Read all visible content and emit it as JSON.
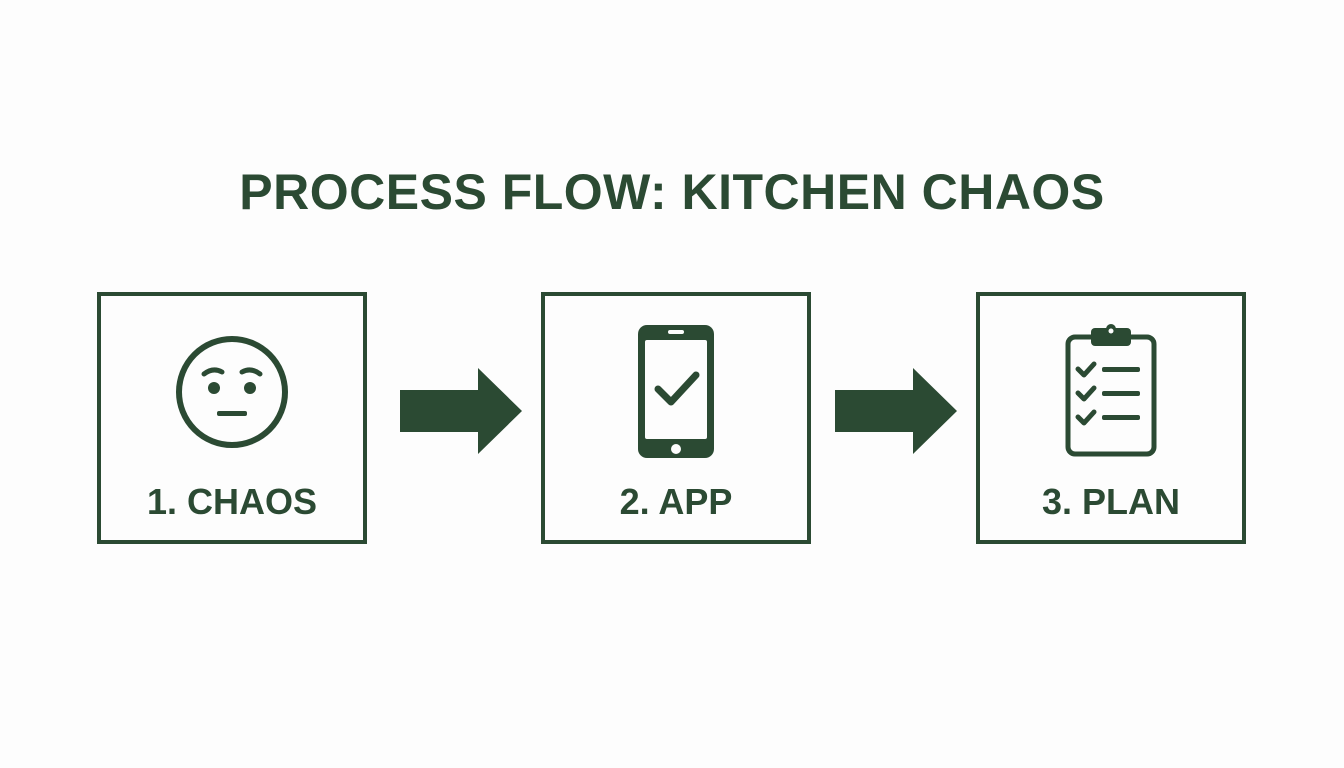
{
  "title": "PROCESS FLOW: KITCHEN CHAOS",
  "colors": {
    "primary": "#2b4a33",
    "background": "#fdfdfd"
  },
  "steps": [
    {
      "label": "1. CHAOS",
      "icon": "neutral-face-icon"
    },
    {
      "label": "2. APP",
      "icon": "smartphone-check-icon"
    },
    {
      "label": "3. PLAN",
      "icon": "clipboard-checklist-icon"
    }
  ]
}
